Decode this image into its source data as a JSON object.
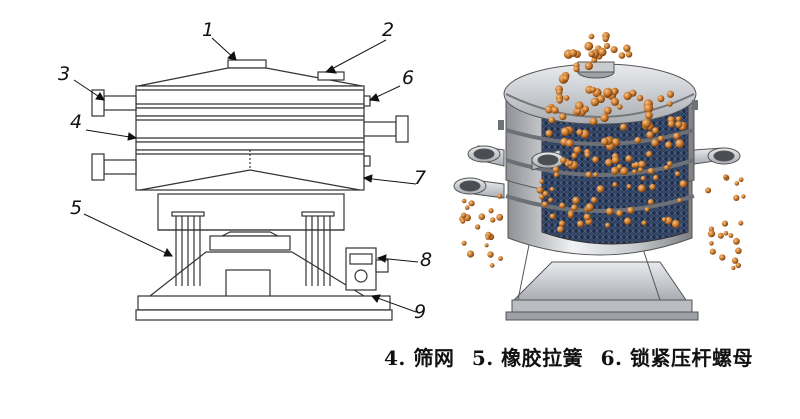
{
  "callouts": [
    {
      "id": "1",
      "text": "1"
    },
    {
      "id": "2",
      "text": "2"
    },
    {
      "id": "3",
      "text": "3"
    },
    {
      "id": "4",
      "text": "4"
    },
    {
      "id": "5",
      "text": "5"
    },
    {
      "id": "6",
      "text": "6"
    },
    {
      "id": "7",
      "text": "7"
    },
    {
      "id": "8",
      "text": "8"
    },
    {
      "id": "9",
      "text": "9"
    }
  ],
  "caption": {
    "item1": "4. 筛网",
    "item2": "5. 橡胶拉簧",
    "item3": "6. 锁紧压杆螺母"
  },
  "colors": {
    "line": "#333333",
    "metal": "#c9ccd0",
    "mesh": "#2a3b55",
    "bead": "#c9782b"
  }
}
